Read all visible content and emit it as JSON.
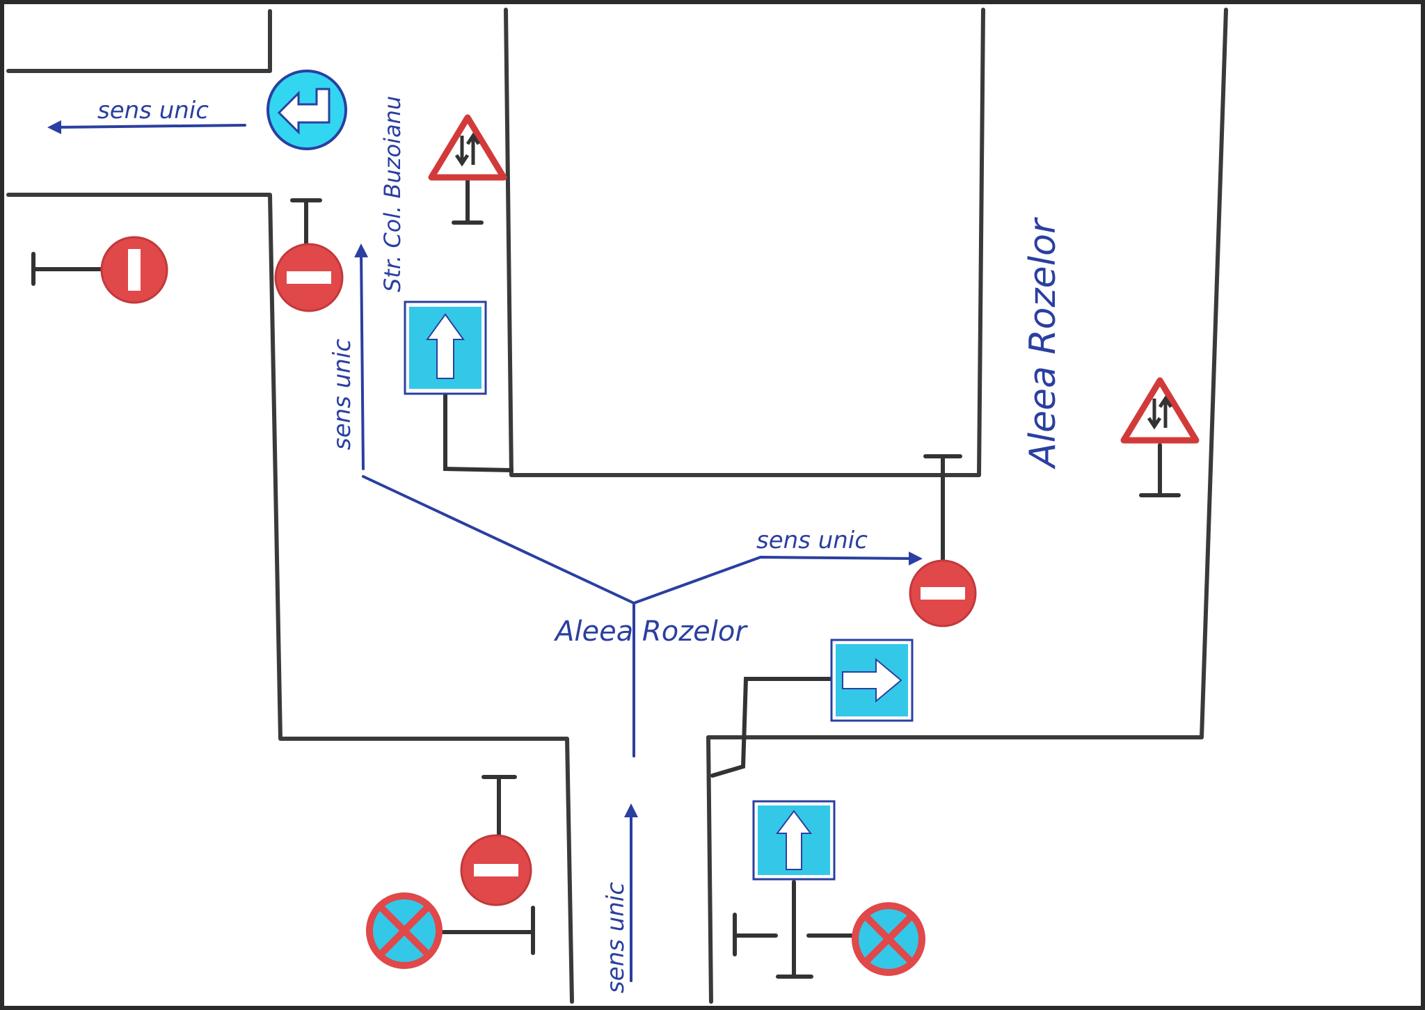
{
  "labels": {
    "sens_unic_top_left": "sens unic",
    "str_col_buzoianu": "Str. Col. Buzoianu",
    "sens_unic_vertical_left": "sens unic",
    "aleea_rozelor_vertical": "Aleea Rozelor",
    "sens_unic_right": "sens unic",
    "aleea_rozelor_center": "Aleea Rozelor",
    "sens_unic_bottom": "sens unic"
  },
  "signs": [
    {
      "id": "mandatory-left-turn",
      "icon": "arrow-left-icon",
      "kind": "mandatory-direction",
      "color": "#33d6f0"
    },
    {
      "id": "two-way-traffic-warning-top",
      "icon": "two-way-traffic-icon",
      "kind": "warning",
      "color": "#d23a3a"
    },
    {
      "id": "no-entry-left",
      "icon": "no-entry-icon",
      "kind": "prohibition",
      "color": "#e0484a"
    },
    {
      "id": "no-entry-top-left",
      "icon": "no-entry-icon",
      "kind": "prohibition",
      "color": "#e0484a"
    },
    {
      "id": "one-way-street-top",
      "icon": "arrow-up-icon",
      "kind": "information",
      "color": "#33c8e8"
    },
    {
      "id": "two-way-traffic-warning-right",
      "icon": "two-way-traffic-icon",
      "kind": "warning",
      "color": "#d23a3a"
    },
    {
      "id": "no-entry-right",
      "icon": "no-entry-icon",
      "kind": "prohibition",
      "color": "#e0484a"
    },
    {
      "id": "one-way-right",
      "icon": "arrow-right-icon",
      "kind": "information",
      "color": "#33c8e8"
    },
    {
      "id": "no-entry-bottom",
      "icon": "no-entry-icon",
      "kind": "prohibition",
      "color": "#e0484a"
    },
    {
      "id": "no-stopping-bottom-left",
      "icon": "no-stopping-icon",
      "kind": "prohibition",
      "color": "#33c8e8"
    },
    {
      "id": "one-way-street-bottom",
      "icon": "arrow-up-icon",
      "kind": "information",
      "color": "#33c8e8"
    },
    {
      "id": "no-stopping-bottom-right",
      "icon": "no-stopping-icon",
      "kind": "prohibition",
      "color": "#33c8e8"
    }
  ],
  "colors": {
    "ink_blue": "#2a3fa0",
    "road_gray": "#3a3a3a",
    "sign_red": "#e0484a",
    "sign_cyan": "#33d6f0",
    "frame": "#2b2b2b"
  }
}
